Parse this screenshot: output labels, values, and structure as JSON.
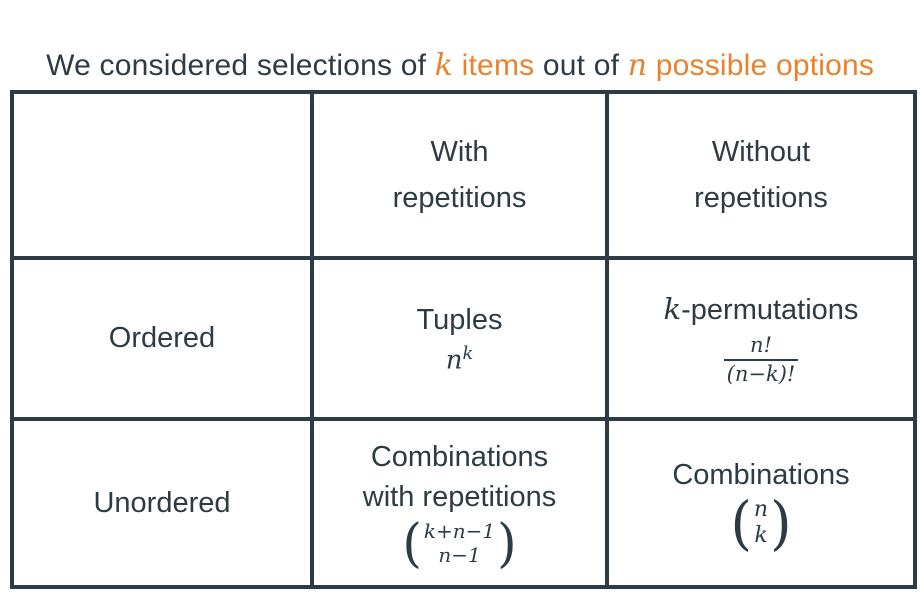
{
  "colors": {
    "text_dark": "#2d3c44",
    "accent_orange": "#e8822d",
    "table_border": "#2d3c44",
    "background": "#ffffff"
  },
  "title": {
    "part1": "We considered selections of ",
    "k_var": "k",
    "part2": " items",
    "part3": " out of ",
    "n_var": "n",
    "part4": " possible options"
  },
  "table": {
    "col_headers": {
      "with": {
        "line1": "With",
        "line2": "repetitions"
      },
      "without": {
        "line1": "Without",
        "line2": "repetitions"
      }
    },
    "row_headers": {
      "ordered": "Ordered",
      "unordered": "Unordered"
    },
    "cells": {
      "ordered_with": {
        "name": "Tuples",
        "formula_base": "n",
        "formula_sup": "k"
      },
      "ordered_without": {
        "name_var": "k",
        "name_rest": "-permutations",
        "frac_num": "n!",
        "frac_den": "(n−k)!"
      },
      "unordered_with": {
        "name_line1": "Combinations",
        "name_line2": "with repetitions",
        "binom_top": "k+n−1",
        "binom_bottom": "n−1"
      },
      "unordered_without": {
        "name": "Combinations",
        "binom_top": "n",
        "binom_bottom": "k"
      }
    }
  }
}
